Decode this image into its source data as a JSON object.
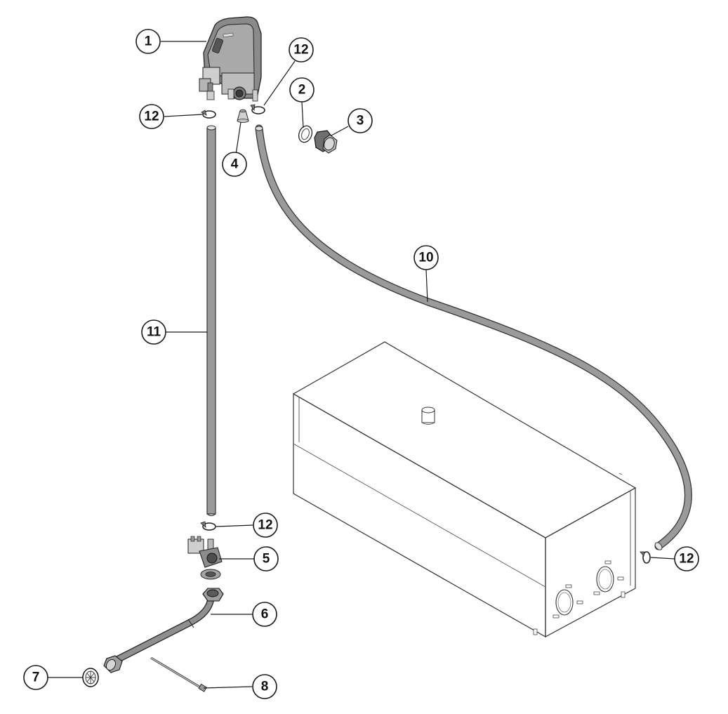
{
  "diagram": {
    "callouts": [
      {
        "id": "c1",
        "label": "1"
      },
      {
        "id": "c2",
        "label": "2"
      },
      {
        "id": "c3",
        "label": "3"
      },
      {
        "id": "c4",
        "label": "4"
      },
      {
        "id": "c5",
        "label": "5"
      },
      {
        "id": "c6",
        "label": "6"
      },
      {
        "id": "c7",
        "label": "7"
      },
      {
        "id": "c8",
        "label": "8"
      },
      {
        "id": "c10",
        "label": "10"
      },
      {
        "id": "c11",
        "label": "11"
      },
      {
        "id": "c12a",
        "label": "12"
      },
      {
        "id": "c12b",
        "label": "12"
      },
      {
        "id": "c12c",
        "label": "12"
      },
      {
        "id": "c12d",
        "label": "12"
      }
    ],
    "colors": {
      "hose": "#9a9a9a",
      "part_dark": "#6e6e6e",
      "part_mid": "#a8a8a8",
      "part_light": "#d4d4d4",
      "line": "#333333"
    }
  }
}
